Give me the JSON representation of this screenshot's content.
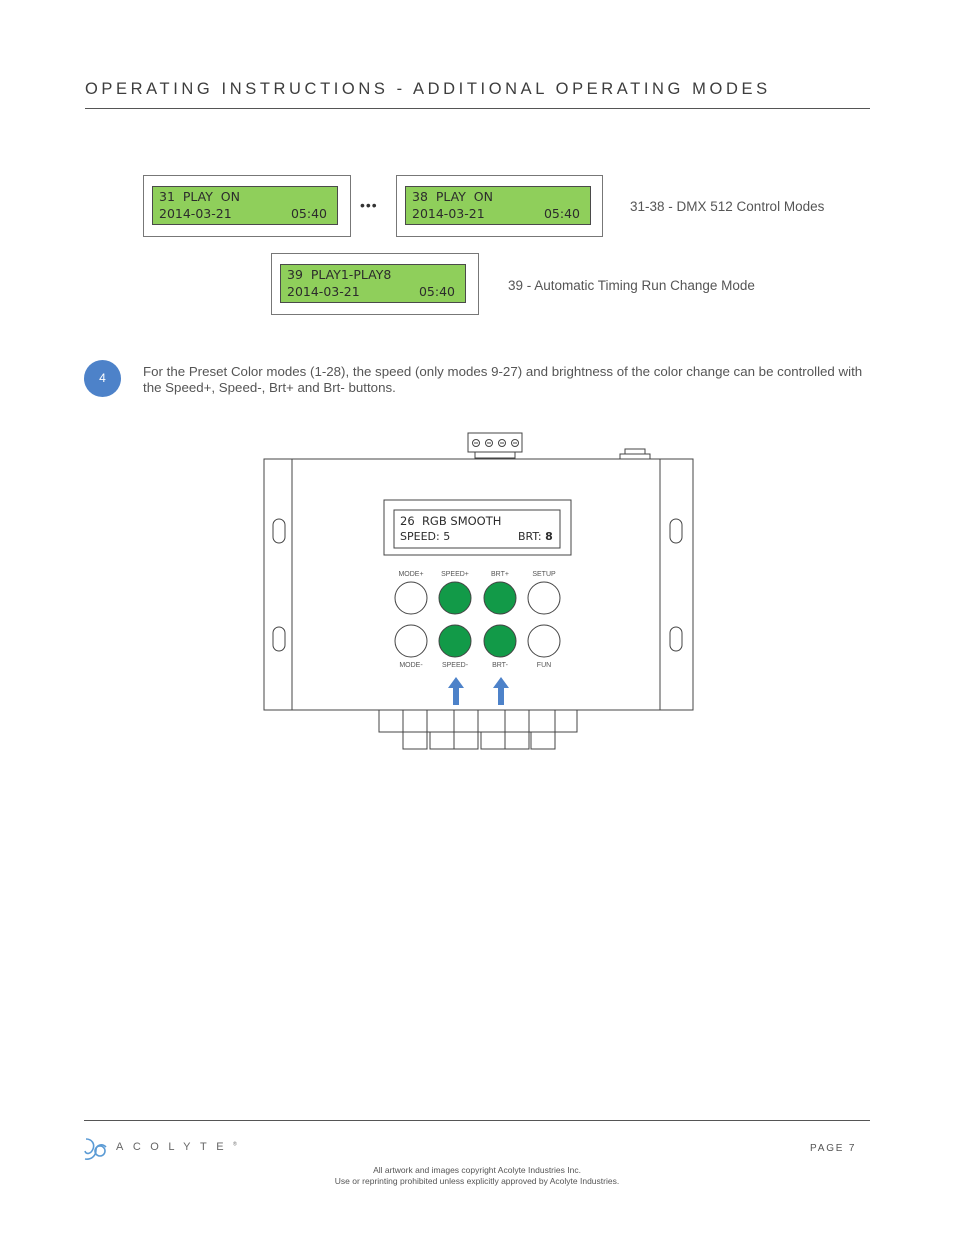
{
  "header": {
    "title": "OPERATING INSTRUCTIONS - ADDITIONAL OPERATING MODES"
  },
  "displays": [
    {
      "line1": "31  PLAY  ON",
      "date": "2014-03-21",
      "time": "05:40"
    },
    {
      "line1": "38  PLAY  ON",
      "date": "2014-03-21",
      "time": "05:40"
    },
    {
      "line1": "39  PLAY1-PLAY8",
      "date": "2014-03-21",
      "time": "05:40"
    }
  ],
  "ellipsis": "•••",
  "captions": {
    "dmx": "31-38 - DMX 512 Control Modes",
    "auto": "39 - Automatic Timing Run Change Mode"
  },
  "colors": {
    "lcd_green": "#8fcf5b",
    "button_green": "#129a48",
    "badge_blue": "#4d82c9",
    "arrow_blue": "#4d82c9"
  },
  "step": {
    "number": "4",
    "text": "For the Preset Color modes (1-28), the speed (only modes 9-27) and brightness of the color change can be controlled with the Speed+, Speed-, Brt+ and Brt- buttons."
  },
  "device": {
    "screen": {
      "line1": "26  RGB SMOOTH",
      "speed": "SPEED: 5",
      "brt_label": "BRT: ",
      "brt_value": "8"
    },
    "buttons_top": [
      {
        "label": "MODE+",
        "highlighted": false
      },
      {
        "label": "SPEED+",
        "highlighted": true
      },
      {
        "label": "BRT+",
        "highlighted": true
      },
      {
        "label": "SETUP",
        "highlighted": false
      }
    ],
    "buttons_bottom": [
      {
        "label": "MODE-",
        "highlighted": false
      },
      {
        "label": "SPEED-",
        "highlighted": true
      },
      {
        "label": "BRT-",
        "highlighted": true
      },
      {
        "label": "FUN",
        "highlighted": false
      }
    ],
    "arrow_icons": [
      "arrow-up-icon",
      "arrow-up-icon"
    ]
  },
  "footer": {
    "logo_text": "ACOLYTE",
    "trademark": "®",
    "page": "PAGE 7",
    "copyright_line1": "All artwork and images copyright Acolyte Industries Inc.",
    "copyright_line2": "Use or reprinting prohibited unless explicitly approved by Acolyte Industries."
  }
}
